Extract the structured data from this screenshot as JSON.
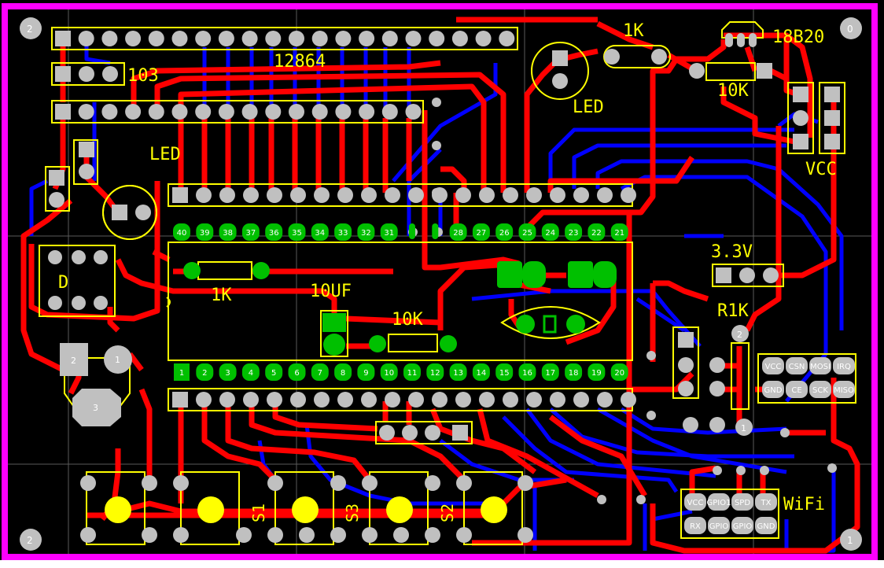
{
  "board": {
    "colors": {
      "background": "#000000",
      "outline": "#ff00ff",
      "top_copper": "#ff0000",
      "bottom_copper": "#0000ff",
      "silkscreen": "#ffff00",
      "pad": "#c0c0c0",
      "ic_pad": "#00c000",
      "grid": "#808080",
      "button": "#ffff00"
    },
    "corner_marks": [
      "2",
      "0",
      "2",
      "1"
    ]
  },
  "labels": {
    "lcd": "12864",
    "pot": "103",
    "led_left": "LED",
    "led_top": "LED",
    "r_1k_top": "1K",
    "sensor": "18B20",
    "r_10k_top": "10K",
    "vcc": "VCC",
    "v33": "3.3V",
    "r1k": "R1K",
    "r_1k_mid": "1K",
    "cap": "10UF",
    "r_10k_mid": "10K",
    "wifi": "WiFi",
    "s1": "S1",
    "s3": "S3",
    "s2": "S2",
    "power_jack": "D"
  },
  "power_pins": [
    "2",
    "1",
    "3"
  ],
  "r1k_pins": [
    "2",
    "1"
  ],
  "ic": {
    "top_pins": [
      "40",
      "39",
      "38",
      "37",
      "36",
      "35",
      "34",
      "33",
      "32",
      "31",
      "",
      "",
      "28",
      "27",
      "26",
      "25",
      "24",
      "23",
      "22",
      "21"
    ],
    "bottom_pins": [
      "1",
      "2",
      "3",
      "4",
      "5",
      "6",
      "7",
      "8",
      "9",
      "10",
      "11",
      "12",
      "13",
      "14",
      "15",
      "16",
      "17",
      "18",
      "19",
      "20"
    ]
  },
  "nrf_header": {
    "row1": [
      "VCC",
      "CSN",
      "MOSI",
      "IRQ"
    ],
    "row2": [
      "GND",
      "CE",
      "SCK",
      "MISO"
    ]
  },
  "wifi_header": {
    "row1": [
      "VCC",
      "GPIO1",
      "SPD",
      "TX"
    ],
    "row2": [
      "RX",
      "GPIO",
      "GPIO",
      "GND"
    ]
  }
}
